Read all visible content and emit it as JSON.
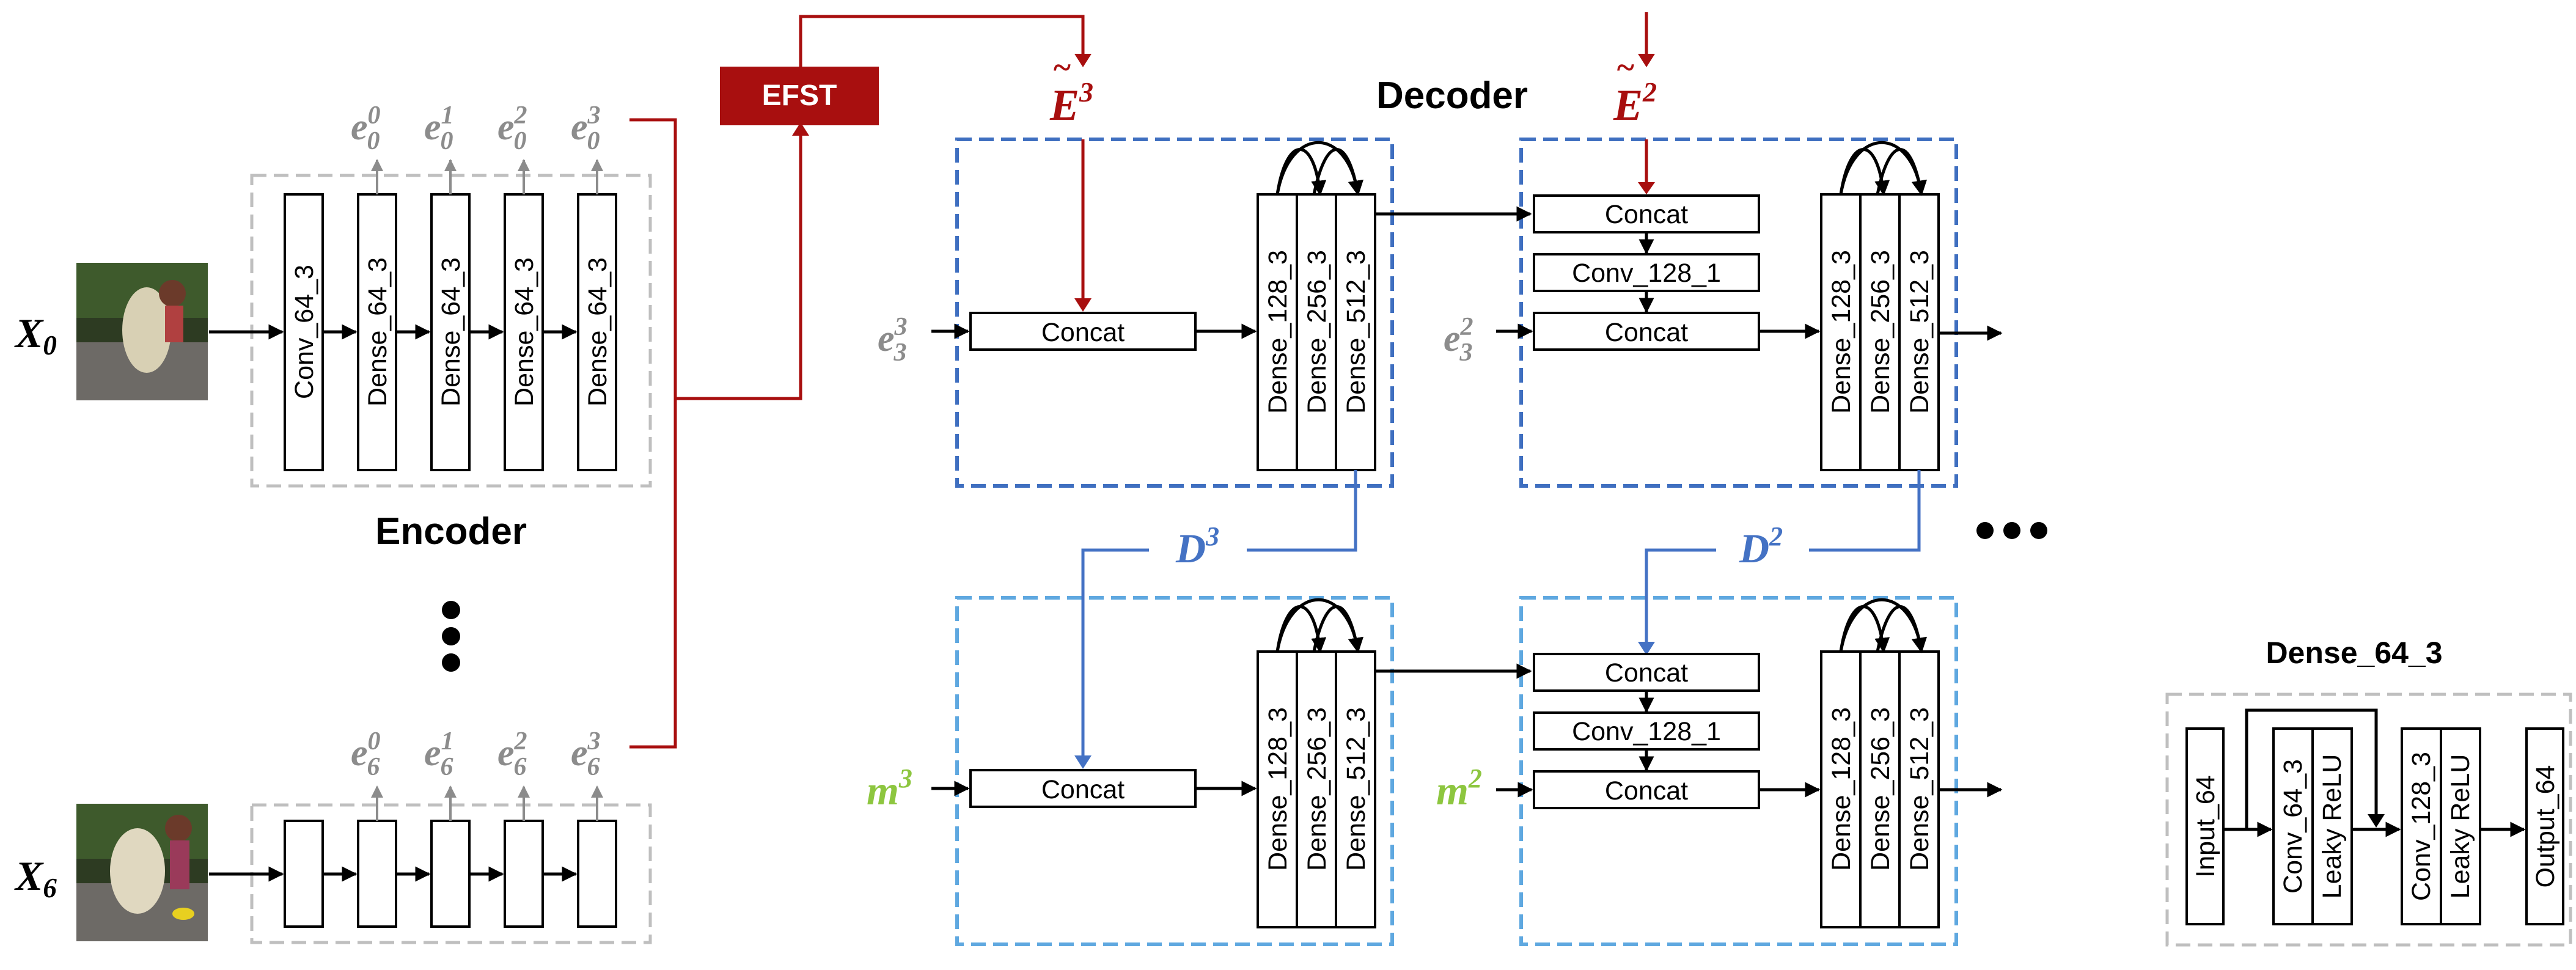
{
  "colors": {
    "red": "#a80f0f",
    "blue": "#4472c4",
    "light_blue": "#5fa8e0",
    "green": "#8dc63f",
    "grey": "#8c8c8c"
  },
  "encoder": {
    "title": "Encoder",
    "input_top": {
      "base": "X",
      "sub": "0"
    },
    "input_bottom": {
      "base": "X",
      "sub": "6"
    },
    "layers": [
      "Conv_64_3",
      "Dense_64_3",
      "Dense_64_3",
      "Dense_64_3",
      "Dense_64_3"
    ],
    "outputs_top": [
      {
        "base": "e",
        "sup": "0",
        "sub": "0"
      },
      {
        "base": "e",
        "sup": "1",
        "sub": "0"
      },
      {
        "base": "e",
        "sup": "2",
        "sub": "0"
      },
      {
        "base": "e",
        "sup": "3",
        "sub": "0"
      }
    ],
    "outputs_bottom": [
      {
        "base": "e",
        "sup": "0",
        "sub": "6"
      },
      {
        "base": "e",
        "sup": "1",
        "sub": "6"
      },
      {
        "base": "e",
        "sup": "2",
        "sub": "6"
      },
      {
        "base": "e",
        "sup": "3",
        "sub": "6"
      }
    ],
    "vertical_ellipsis": "⋮"
  },
  "efst": {
    "label": "EFST"
  },
  "decoder": {
    "title": "Decoder",
    "E3": {
      "base": "E",
      "sup": "3"
    },
    "E2": {
      "base": "E",
      "sup": "2"
    },
    "D3": {
      "base": "D",
      "sup": "3"
    },
    "D2": {
      "base": "D",
      "sup": "2"
    },
    "e33": {
      "base": "e",
      "sup": "3",
      "sub": "3"
    },
    "e32": {
      "base": "e",
      "sup": "2",
      "sub": "3"
    },
    "m3": {
      "base": "m",
      "sup": "3"
    },
    "m2": {
      "base": "m",
      "sup": "2"
    },
    "concat": "Concat",
    "conv": "Conv_128_1",
    "dense_stack": [
      "Dense_128_3",
      "Dense_256_3",
      "Dense_512_3"
    ],
    "ellipsis": "•••"
  },
  "dense_block": {
    "title": "Dense_64_3",
    "input": "Input_64",
    "conv1": [
      "Conv_64_3",
      "Leaky ReLU"
    ],
    "conv2": [
      "Conv_128_3",
      "Leaky ReLU"
    ],
    "output": "Output_64"
  }
}
